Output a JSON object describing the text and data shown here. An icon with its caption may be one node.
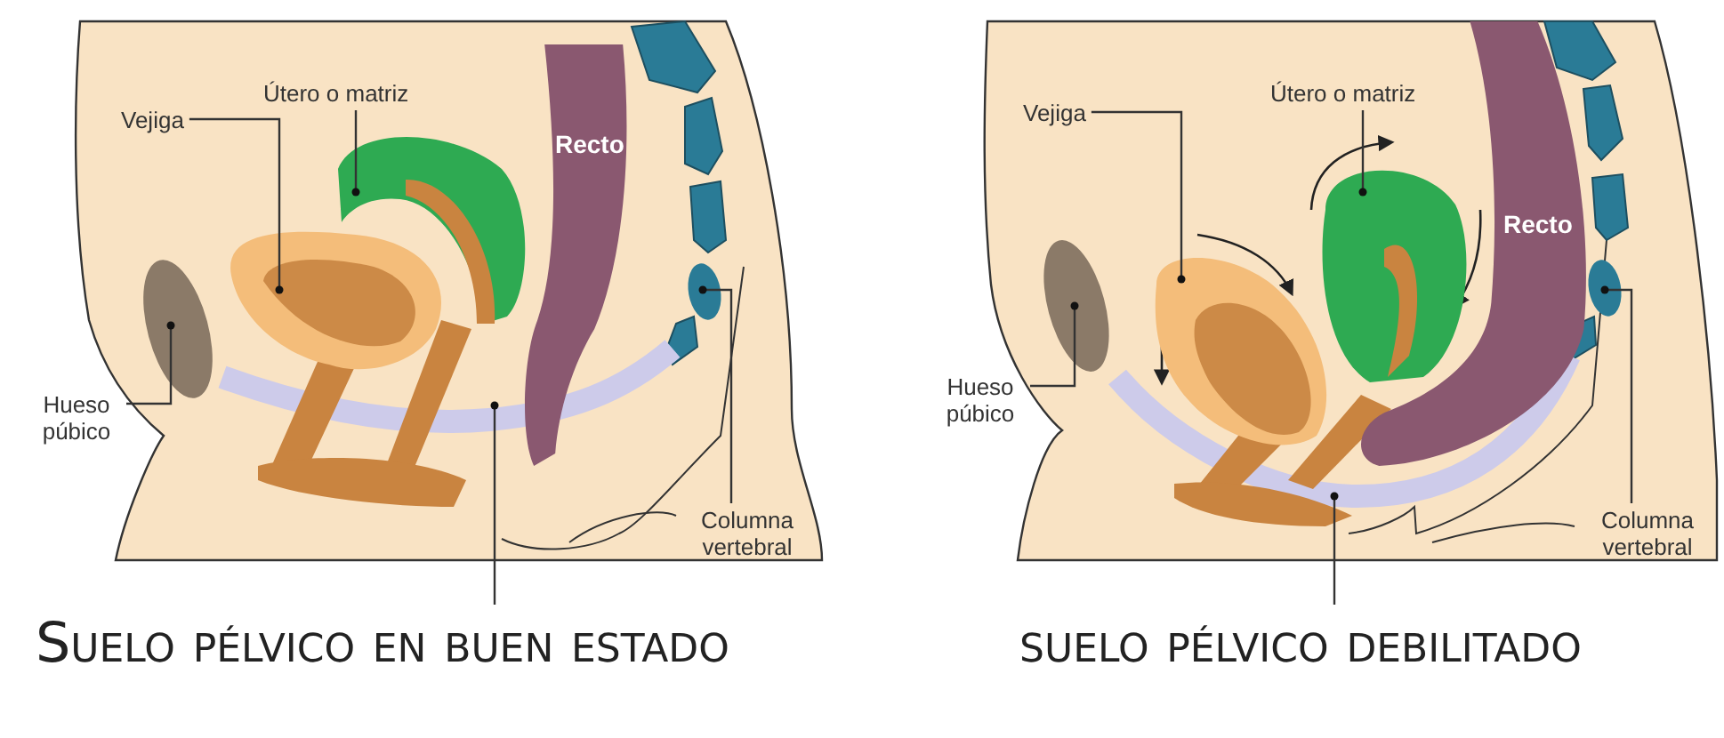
{
  "diagram": {
    "nodes": [
      {
        "text": [
          "Vejiga"
        ]
      },
      {
        "text": [
          "Útero o matriz"
        ]
      },
      {
        "text": [
          "Recto"
        ]
      },
      {
        "text": [
          "Hueso púbico"
        ]
      },
      {
        "text": [
          "Columna vertebral"
        ]
      },
      {
        "text": [
          "Suelo pélvico en buen estado"
        ]
      },
      {
        "text": [],
        "shape": "picture"
      },
      {
        "text": [],
        "shape": "picture"
      },
      {
        "text": [],
        "shape": "circle"
      },
      {
        "text": [],
        "shape": "circle"
      },
      {
        "text": [],
        "shape": "picture"
      },
      {
        "text": [
          "Vejiga"
        ]
      },
      {
        "text": [
          "Útero o matriz"
        ]
      },
      {
        "text": [
          "Recto"
        ]
      },
      {
        "text": [
          "Hueso púbico"
        ]
      },
      {
        "text": [
          "Columna vertebral"
        ]
      },
      {
        "text": [
          "suelo pélvico debilitado"
        ]
      },
      {
        "text": [],
        "shape": "picture"
      },
      {
        "text": [],
        "shape": "picture"
      },
      {
        "text": [],
        "shape": "circle"
      },
      {
        "text": [],
        "shape": "circle"
      },
      {
        "text": [],
        "shape": "picture"
      }
    ],
    "edges": [
      {
        "from": 0,
        "to": 6,
        "arrow": "other"
      },
      {
        "from": 1,
        "to": 7,
        "arrow": "other"
      },
      {
        "from": 3,
        "to": 8,
        "arrow": "other"
      },
      {
        "from": 4,
        "to": 9,
        "arrow": "other"
      },
      {
        "from": 5,
        "to": 10,
        "arrow": "other"
      },
      {
        "from": 11,
        "to": 17,
        "arrow": "other"
      },
      {
        "from": 12,
        "to": 18,
        "arrow": "other"
      },
      {
        "from": 14,
        "to": 19,
        "arrow": "other"
      },
      {
        "from": 15,
        "to": 20,
        "arrow": "other"
      },
      {
        "from": 16,
        "to": 21,
        "arrow": "other"
      }
    ]
  }
}
